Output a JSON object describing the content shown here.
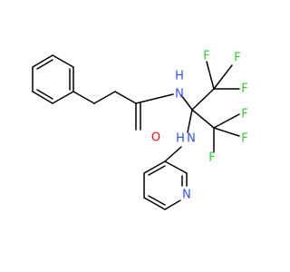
{
  "molecule": {
    "atoms": {
      "amide_nitrogen": {
        "symbol": "N",
        "hydrogen": "H"
      },
      "carbonyl_oxygen": {
        "symbol": "O"
      },
      "amine_nitrogen": {
        "symbol": "N",
        "hydrogen": "H"
      },
      "pyridine_nitrogen": {
        "symbol": "N"
      },
      "fluorines": [
        "F",
        "F",
        "F",
        "F",
        "F",
        "F"
      ]
    },
    "colors": {
      "bond": "#000000",
      "nitrogen": "#3050F8",
      "oxygen": "#FF0D0D",
      "fluorine": "#33CC33"
    }
  }
}
